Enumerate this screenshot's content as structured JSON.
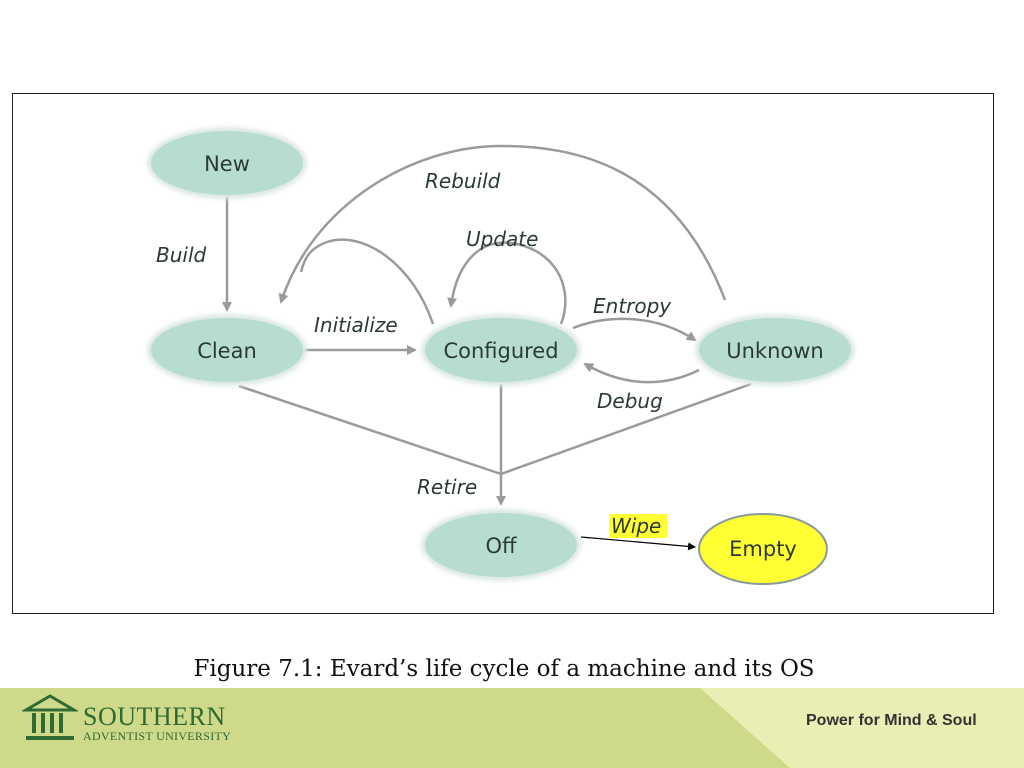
{
  "diagram": {
    "nodes": {
      "new": "New",
      "clean": "Clean",
      "configured": "Configured",
      "unknown": "Unknown",
      "off": "Off",
      "empty": "Empty"
    },
    "edges": {
      "build": "Build",
      "initialize": "Initialize",
      "rebuild": "Rebuild",
      "update": "Update",
      "entropy": "Entropy",
      "debug": "Debug",
      "retire": "Retire",
      "wipe": "Wipe"
    }
  },
  "caption": "Figure 7.1: Evard’s life cycle of a machine and its OS",
  "footer": {
    "logo_name": "SOUTHERN",
    "logo_sub": "ADVENTIST UNIVERSITY",
    "tagline": "Power for Mind & Soul"
  },
  "colors": {
    "node_fill": "#b7ddd1",
    "edge": "#9a9a9a",
    "highlight": "#ffff33",
    "footer_green": "#cfd98a",
    "logo_green": "#2f6a33"
  }
}
